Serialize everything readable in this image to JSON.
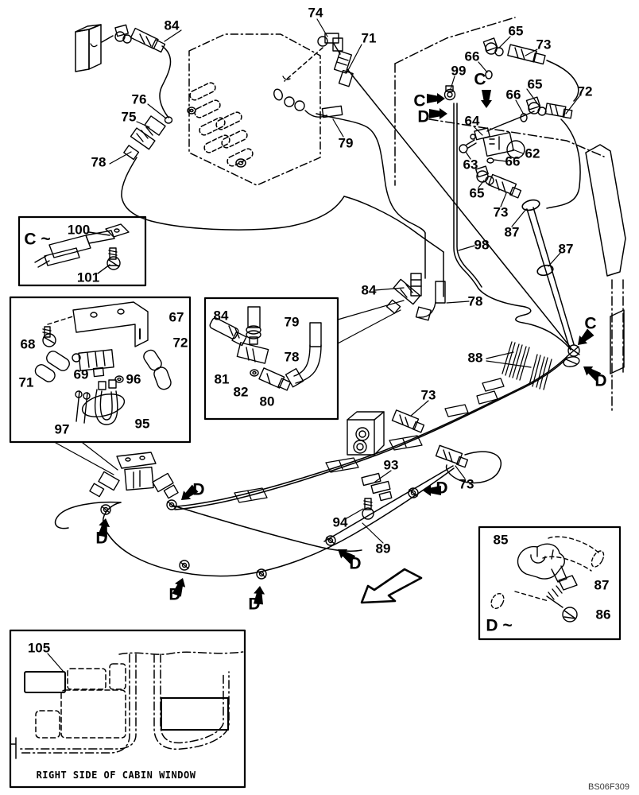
{
  "figure": {
    "code": "BS06F309",
    "cabin_caption": "RIGHT SIDE OF CABIN WINDOW",
    "detail_c_title": "C ~",
    "detail_d_title": "D ~"
  },
  "partnums": {
    "62": "62",
    "63": "63",
    "64": "64",
    "65": "65",
    "66": "66",
    "67": "67",
    "68": "68",
    "69": "69",
    "71": "71",
    "72": "72",
    "73": "73",
    "74": "74",
    "75": "75",
    "76": "76",
    "78": "78",
    "79": "79",
    "80": "80",
    "81": "81",
    "82": "82",
    "84": "84",
    "85": "85",
    "86": "86",
    "87": "87",
    "88": "88",
    "89": "89",
    "93": "93",
    "94": "94",
    "95": "95",
    "96": "96",
    "97": "97",
    "98": "98",
    "99": "99",
    "100": "100",
    "101": "101",
    "105": "105"
  },
  "letters": {
    "C": "C",
    "D": "D"
  },
  "colors": {
    "ink": "#000000",
    "paper": "#ffffff"
  }
}
